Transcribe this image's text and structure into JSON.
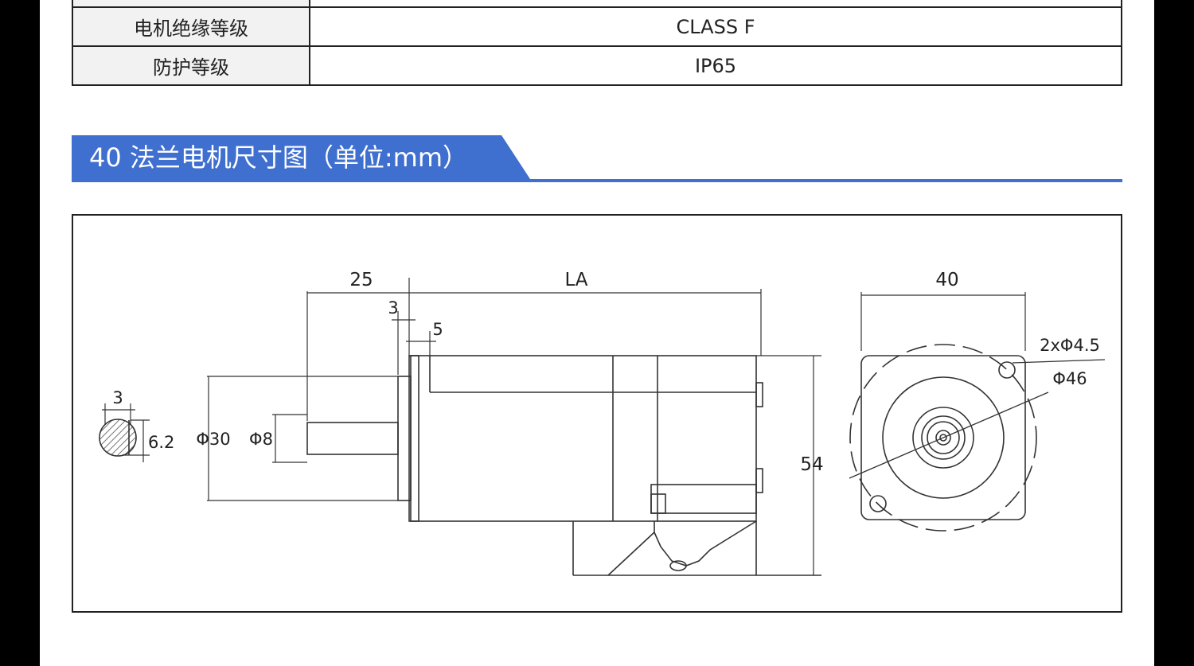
{
  "spec_table": {
    "rows": [
      {
        "label": "电机绝缘等级",
        "value": "CLASS F"
      },
      {
        "label": "防护等级",
        "value": "IP65"
      }
    ]
  },
  "section": {
    "title": "40 法兰电机尺寸图（单位:mm）",
    "accent_color": "#3f6fcf"
  },
  "drawing": {
    "dims": {
      "flange_length": "25",
      "body_length": "LA",
      "flange_thickness": "3",
      "step": "5",
      "key_width": "3",
      "key_depth": "6.2",
      "pilot_diameter": "Φ30",
      "shaft_diameter": "Φ8",
      "height": "54",
      "square": "40",
      "holes": "2xΦ4.5",
      "bolt_circle": "Φ46"
    }
  }
}
